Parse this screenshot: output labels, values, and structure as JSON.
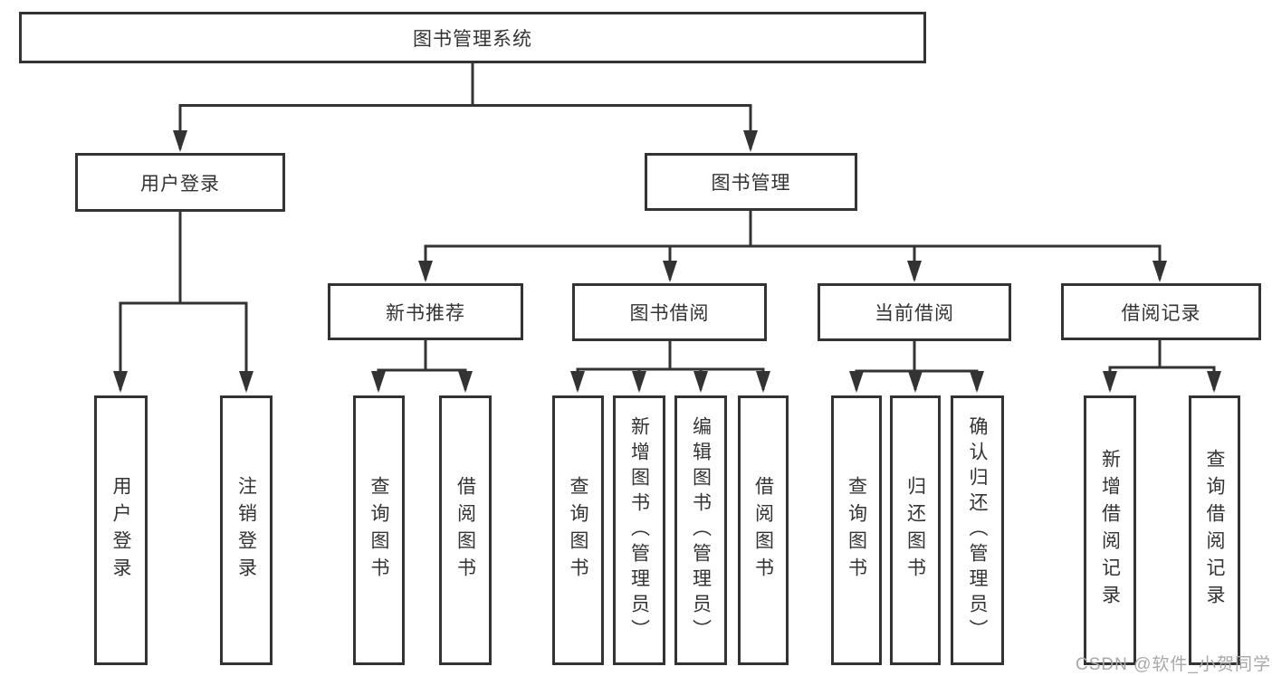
{
  "diagram": {
    "root": {
      "label": "图书管理系统"
    },
    "level2": [
      {
        "label": "用户登录",
        "parent": "图书管理系统"
      },
      {
        "label": "图书管理",
        "parent": "图书管理系统"
      }
    ],
    "level3": [
      {
        "label": "新书推荐",
        "parent": "图书管理"
      },
      {
        "label": "图书借阅",
        "parent": "图书管理"
      },
      {
        "label": "当前借阅",
        "parent": "图书管理"
      },
      {
        "label": "借阅记录",
        "parent": "图书管理"
      }
    ],
    "leaves": [
      {
        "label": "用户登录",
        "parent": "用户登录"
      },
      {
        "label": "注销登录",
        "parent": "用户登录"
      },
      {
        "label": "查询图书",
        "parent": "新书推荐"
      },
      {
        "label": "借阅图书",
        "parent": "新书推荐"
      },
      {
        "label": "查询图书",
        "parent": "图书借阅"
      },
      {
        "label": "新增图书（管理员）",
        "parent": "图书借阅"
      },
      {
        "label": "编辑图书（管理员）",
        "parent": "图书借阅"
      },
      {
        "label": "借阅图书",
        "parent": "图书借阅"
      },
      {
        "label": "查询图书",
        "parent": "当前借阅"
      },
      {
        "label": "归还图书",
        "parent": "当前借阅"
      },
      {
        "label": "确认归还（管理员）",
        "parent": "当前借阅"
      },
      {
        "label": "新增借阅记录",
        "parent": "借阅记录"
      },
      {
        "label": "查询借阅记录",
        "parent": "借阅记录"
      }
    ]
  },
  "watermark": {
    "text": "CSDN @软件_小贺同学"
  },
  "colors": {
    "line": "#333333",
    "text": "#333333",
    "watermark": "#a8a8a8",
    "background": "#ffffff"
  }
}
